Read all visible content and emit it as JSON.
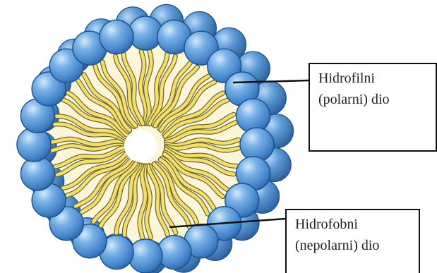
{
  "labels": {
    "hydrophilic": {
      "line1": "Hidrofilni",
      "line2": "(polarni) dio"
    },
    "hydrophobic": {
      "line1": "Hidrofobni",
      "line2": "(nepolarni) dio"
    }
  },
  "colors": {
    "head_fill": "#4a8fd4",
    "head_edge": "#1d4f8a",
    "head_highlight": "#cfe6fb",
    "tail_fill": "#f2df6e",
    "tail_outline": "#6b6330",
    "core_fill": "#fbf6d9",
    "leader_line": "#111111"
  }
}
